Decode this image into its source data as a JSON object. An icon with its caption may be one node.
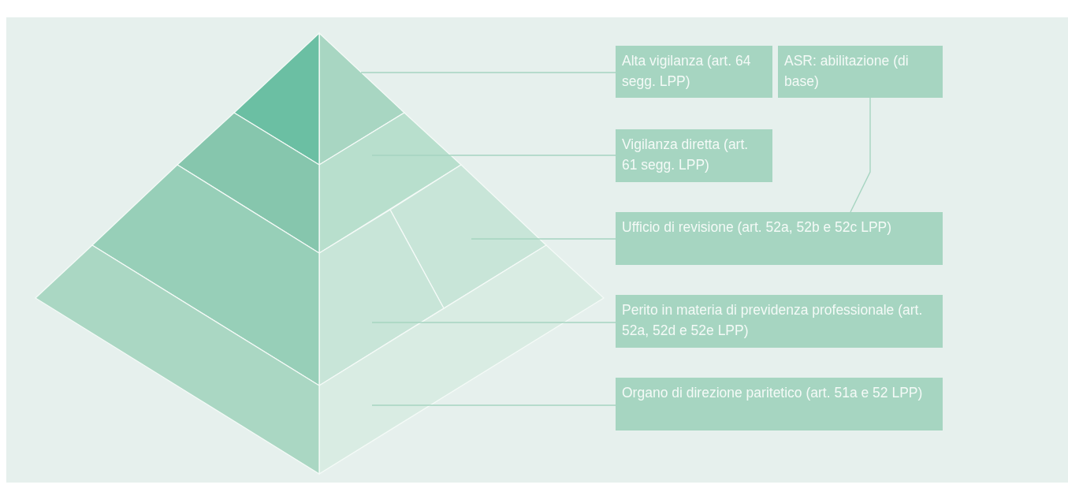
{
  "diagram": {
    "nodes": [
      {
        "text": [
          "Alta vigilanza (art. 64 segg. LPP)"
        ]
      },
      {
        "text": [
          "ASR: abilitazione (di base)"
        ]
      },
      {
        "text": [
          "Vigilanza diretta (art. 61 segg. LPP)"
        ]
      },
      {
        "text": [
          "Ufficio di revisione (art. 52a, 52b e 52c LPP)"
        ]
      },
      {
        "text": [
          "Perito in materia di previdenza professionale (art. 52a, 52d e 52e LPP)"
        ]
      },
      {
        "text": [
          "Organo di direzione paritetico (art. 51a e 52 LPP)"
        ]
      },
      {
        "text": [],
        "shape": "polygon"
      },
      {
        "text": [],
        "shape": "polygon"
      },
      {
        "text": [],
        "shape": "polygon"
      },
      {
        "text": [],
        "shape": "polygon"
      },
      {
        "text": [],
        "shape": "polygon"
      },
      {
        "text": [],
        "shape": "polygon"
      },
      {
        "text": [],
        "shape": "polygon"
      },
      {
        "text": [],
        "shape": "polygon"
      },
      {
        "text": [],
        "shape": "polygon"
      }
    ],
    "edges": [
      {
        "from": 0,
        "to": 6,
        "arrow": "none"
      },
      {
        "from": 2,
        "to": 7,
        "arrow": "none"
      },
      {
        "from": 3,
        "to": 8,
        "arrow": "none"
      },
      {
        "from": 4,
        "to": 9,
        "arrow": "none"
      },
      {
        "from": 5,
        "to": 10,
        "arrow": "none"
      },
      {
        "from": 1,
        "to": 3,
        "arrow": "none"
      }
    ]
  }
}
